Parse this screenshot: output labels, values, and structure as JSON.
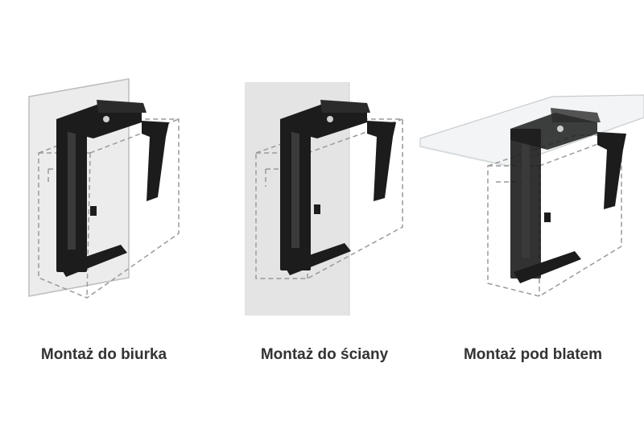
{
  "captions": {
    "desk_mount": "Montaż do biurka",
    "wall_mount": "Montaż do ściany",
    "under_desk_mount": "Montaż pod blatem"
  },
  "colors": {
    "bracket": "#1c1c1c",
    "dashed_outline": "#9a9a9a",
    "panel_fill": "#e4e4e4",
    "text": "#333333"
  }
}
